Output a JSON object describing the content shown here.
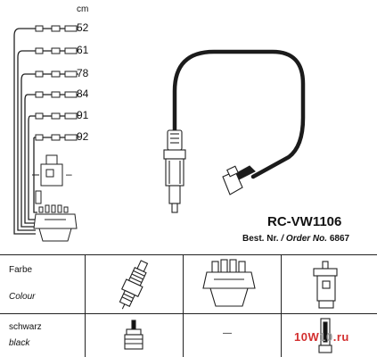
{
  "lengths": {
    "unit": "cm",
    "values": [
      "52",
      "61",
      "78",
      "84",
      "91",
      "92"
    ]
  },
  "product": {
    "model": "RC-VW1106",
    "order_prefix": "Best. Nr.",
    "order_separator": " /",
    "order_label_en": "Order No.",
    "order_number": "6867"
  },
  "coil_dash": "–",
  "table": {
    "row1": {
      "label_de": "Farbe",
      "label_en": "Colour"
    },
    "row2": {
      "label_de": "schwarz",
      "label_en": "black",
      "distributor_value": "—"
    }
  },
  "watermark": {
    "part1": "10W",
    "part2": "10",
    "part3": ".ru"
  },
  "colors": {
    "ink": "#111111",
    "watermark_red": "#d32f2f",
    "watermark_grey": "#9e9e9e"
  }
}
